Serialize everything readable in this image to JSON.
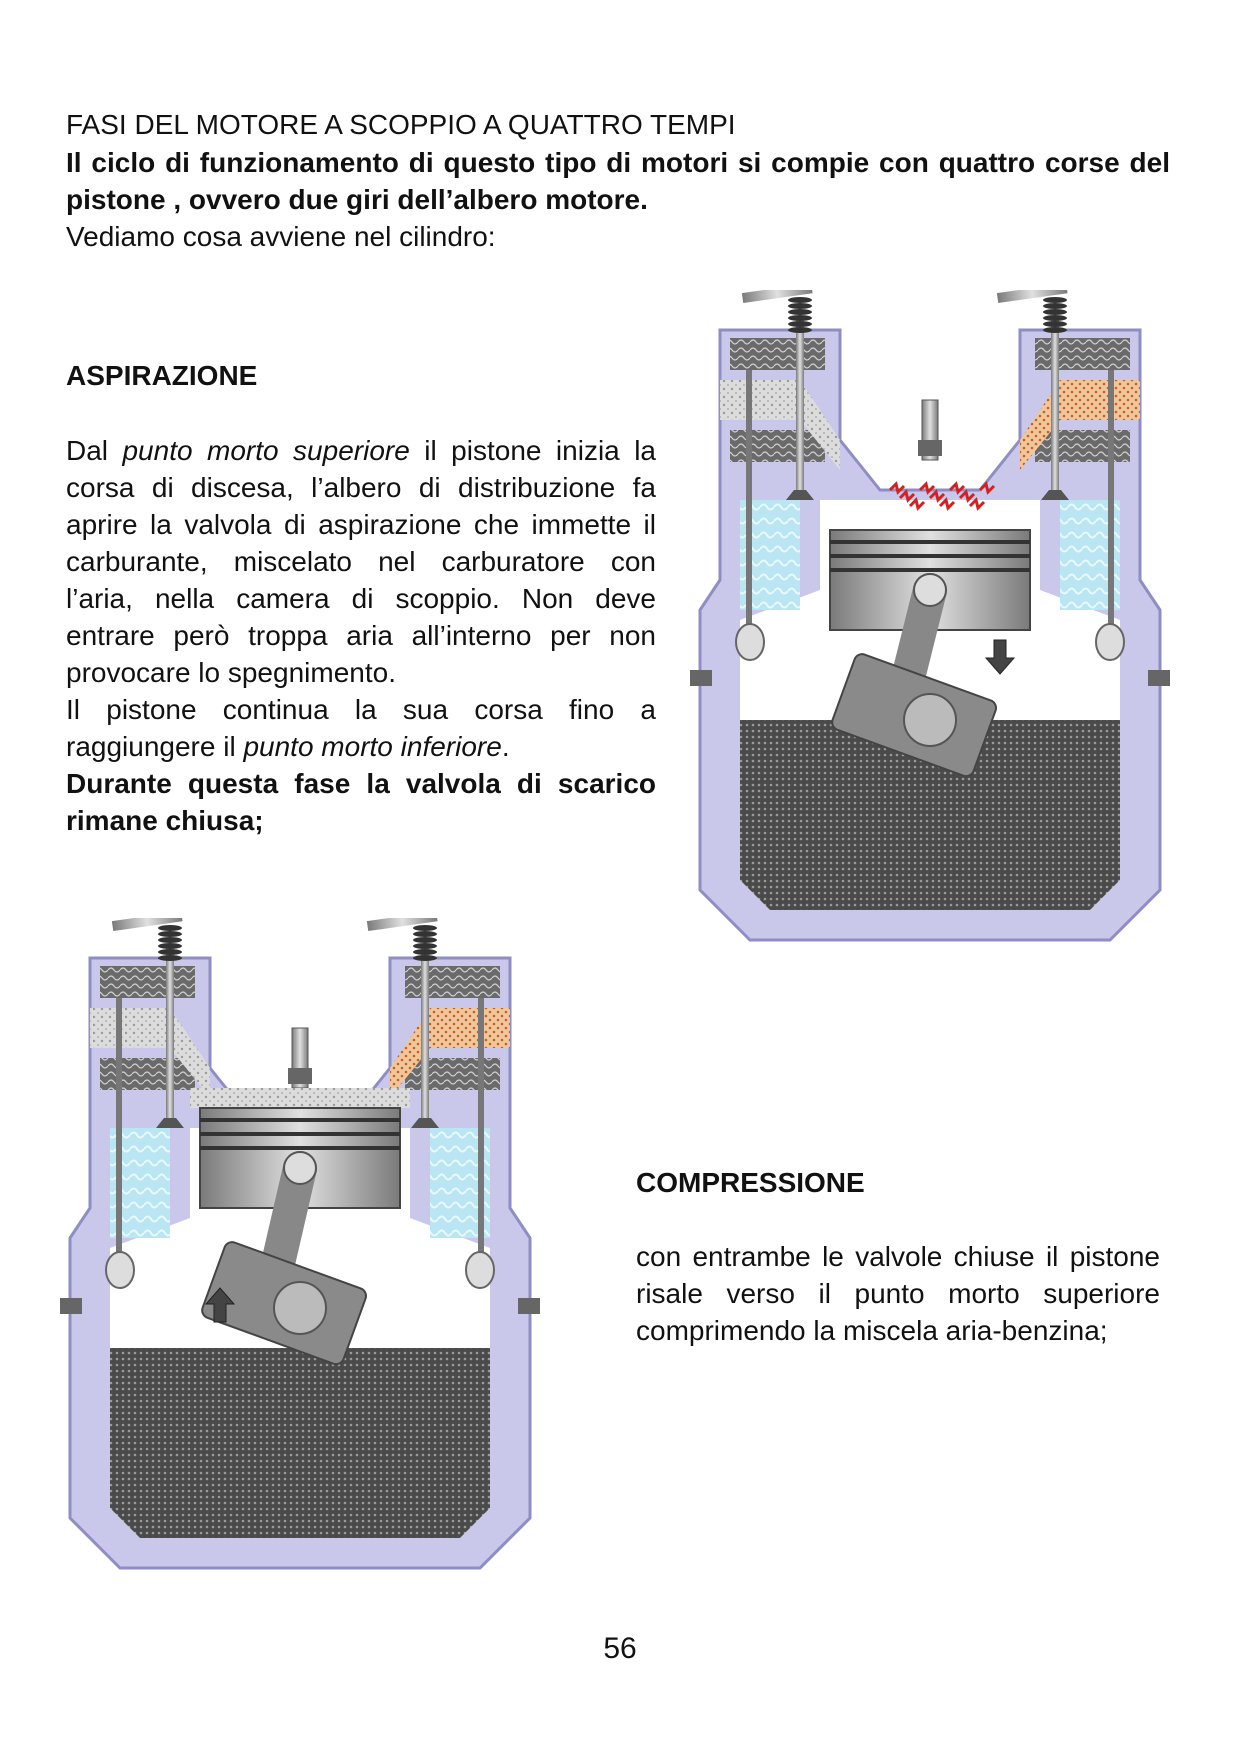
{
  "title": "FASI DEL MOTORE A SCOPPIO A QUATTRO TEMPI",
  "intro_bold": "Il ciclo di funzionamento di questo tipo di motori si compie con quattro corse del pistone , ovvero due giri dell’albero motore.",
  "intro_plain": "Vediamo cosa avviene nel cilindro:",
  "aspirazione": {
    "heading": "ASPIRAZIONE",
    "p1_a": "Dal ",
    "p1_italic": "punto morto superiore",
    "p1_b": " il pistone inizia la corsa di discesa, l’albero di distribuzione fa aprire la valvola di aspirazione che immette il carburante, miscelato nel carburatore con l’aria, nella camera di scoppio. Non deve entrare però troppa aria all’interno per non provocare lo spegnimento.",
    "p2_a": "Il pistone continua la sua corsa fino a raggiungere il ",
    "p2_italic": "punto morto inferiore",
    "p2_b": ".",
    "p3_bold": "Durante questa fase la valvola di scarico rimane chiusa;"
  },
  "compressione": {
    "heading": "COMPRESSIONE",
    "body": "con entrambe le valvole chiuse il pistone risale verso il punto morto superiore comprimendo la miscela aria-benzina;"
  },
  "page_number": "56",
  "colors": {
    "casing": "#c9c8ea",
    "casing_edge": "#8f8ec4",
    "coolant": "#b9e6f2",
    "oil": "#4a4a4a",
    "metal": "#8c8c8c",
    "metal_light": "#e0e0e0",
    "mixture": "#f0c79a",
    "exhaust": "#dcdcdc",
    "spark": "#d42020"
  }
}
